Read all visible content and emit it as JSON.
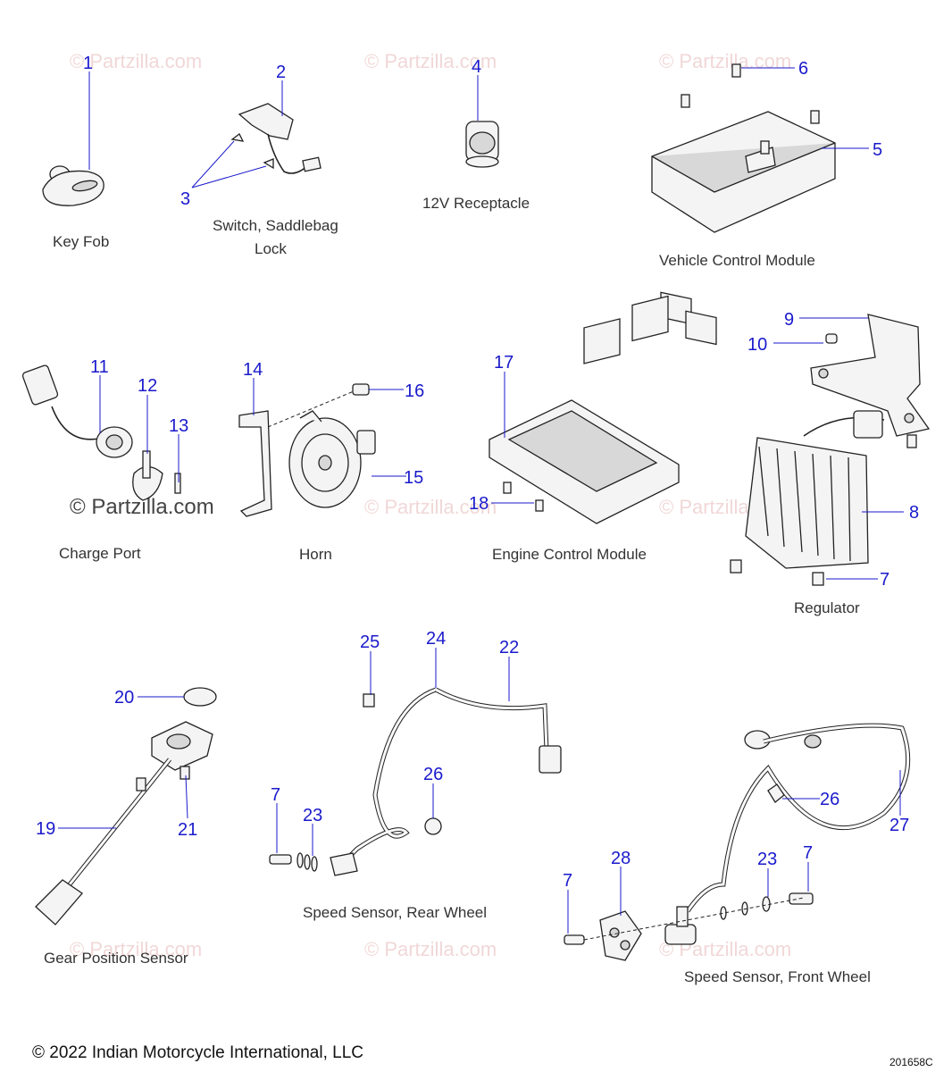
{
  "watermark": {
    "text": "© Partzilla.com"
  },
  "callouts": [
    "1",
    "2",
    "3",
    "4",
    "5",
    "6",
    "7",
    "8",
    "9",
    "10",
    "11",
    "12",
    "13",
    "14",
    "15",
    "16",
    "17",
    "18",
    "19",
    "20",
    "21",
    "22",
    "23",
    "24",
    "25",
    "26",
    "27",
    "28"
  ],
  "captions": {
    "key_fob": "Key Fob",
    "saddlebag_line1": "Switch, Saddlebag",
    "saddlebag_line2": "Lock",
    "receptacle": "12V Receptacle",
    "vcm": "Vehicle Control Module",
    "charge_port": "Charge Port",
    "horn": "Horn",
    "ecm": "Engine Control Module",
    "regulator": "Regulator",
    "gear_sensor": "Gear Position Sensor",
    "rear_sensor": "Speed Sensor, Rear Wheel",
    "front_sensor": "Speed Sensor, Front Wheel"
  },
  "footer": {
    "copyright": "© 2022 Indian Motorcycle International, LLC",
    "code": "201658C"
  }
}
